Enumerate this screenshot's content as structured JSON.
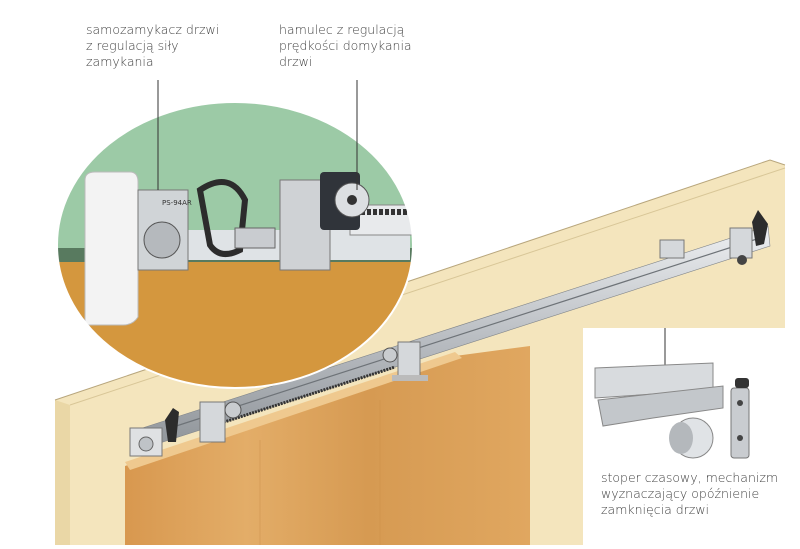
{
  "callouts": {
    "closer": "samozamykacz drzwi\nz regulacją siły\nzamykania",
    "brake": "hamulec z regulacją\nprędkości domykania\ndrzwi",
    "stopper": "stoper czasowy, mechanizm\nwyznaczający opóźnienie\nzamknięcia drzwi"
  },
  "device_label": "PS-94AR",
  "colors": {
    "wall": "#f4e5bd",
    "wood": "#d9a05a",
    "zoom_background": "#9ccaa6",
    "metal": "#c9ccd0"
  }
}
